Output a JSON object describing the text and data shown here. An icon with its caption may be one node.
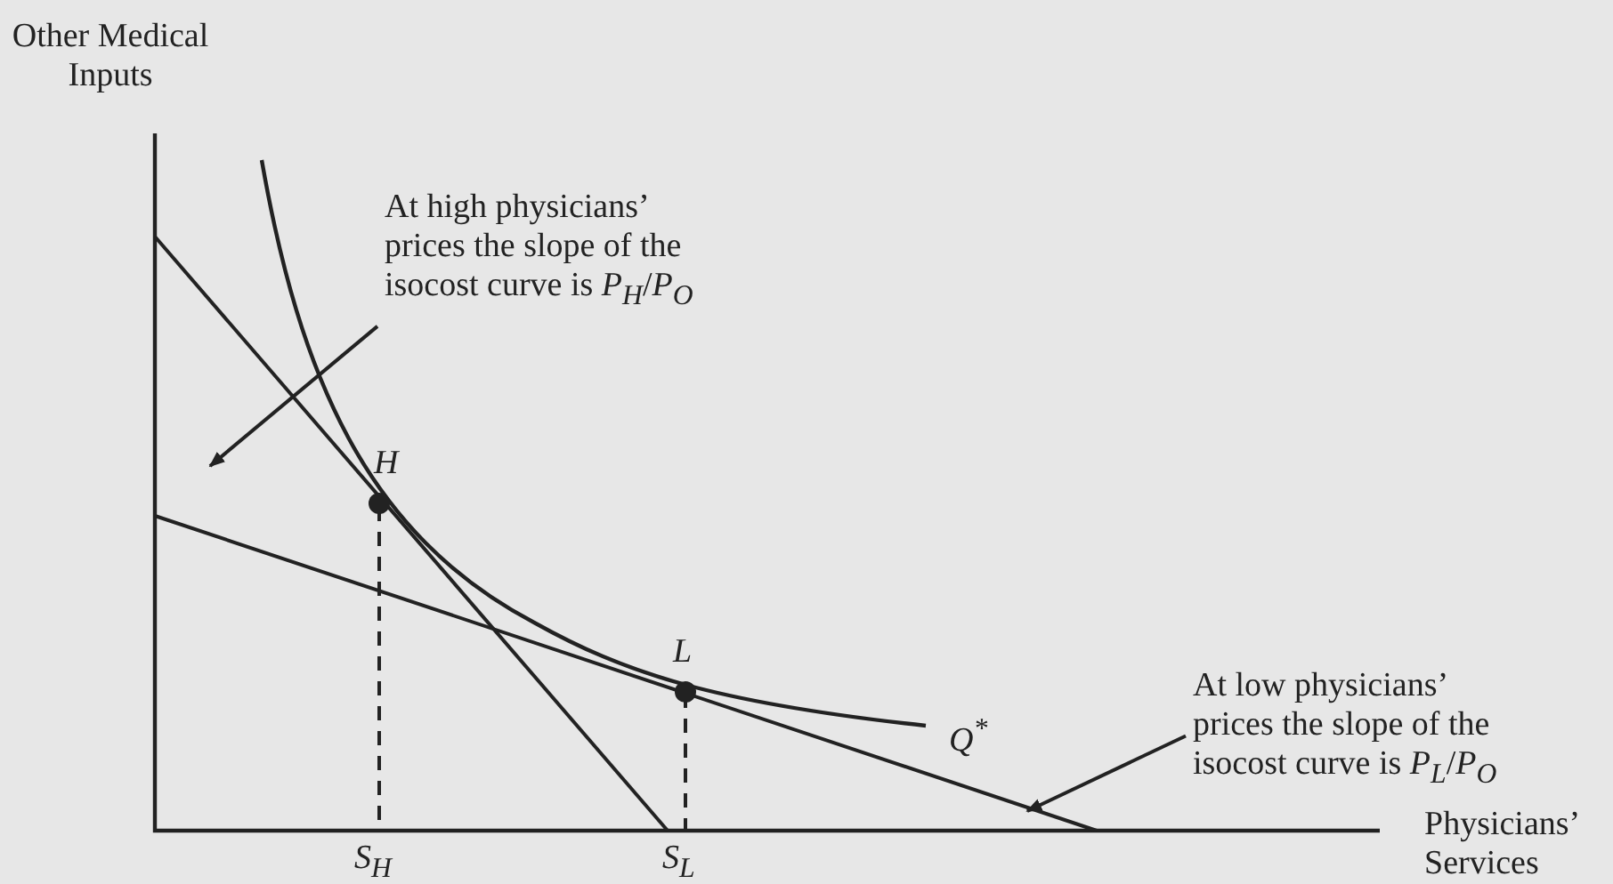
{
  "diagram": {
    "nodes": [
      {
        "text": [
          "At high physicians’ prices the slope of the isocost curve is *P*$_{H}$/*P*$_{O}$"
        ]
      },
      {
        "text": [
          "At low physicians’ prices the slope of the isocost curve is *P*$_{L}$/*P*$_{O}$"
        ]
      }
    ],
    "edges": [
      {
        "from": 0,
        "to": null,
        "arrow": "to"
      },
      {
        "from": 1,
        "to": null,
        "arrow": "to"
      }
    ],
    "labels": [
      "Other Medical Inputs",
      "H",
      "L",
      "Q$^{*}$",
      "Physicians’ Services",
      "S$_{H}$",
      "S$_{L}$"
    ]
  }
}
